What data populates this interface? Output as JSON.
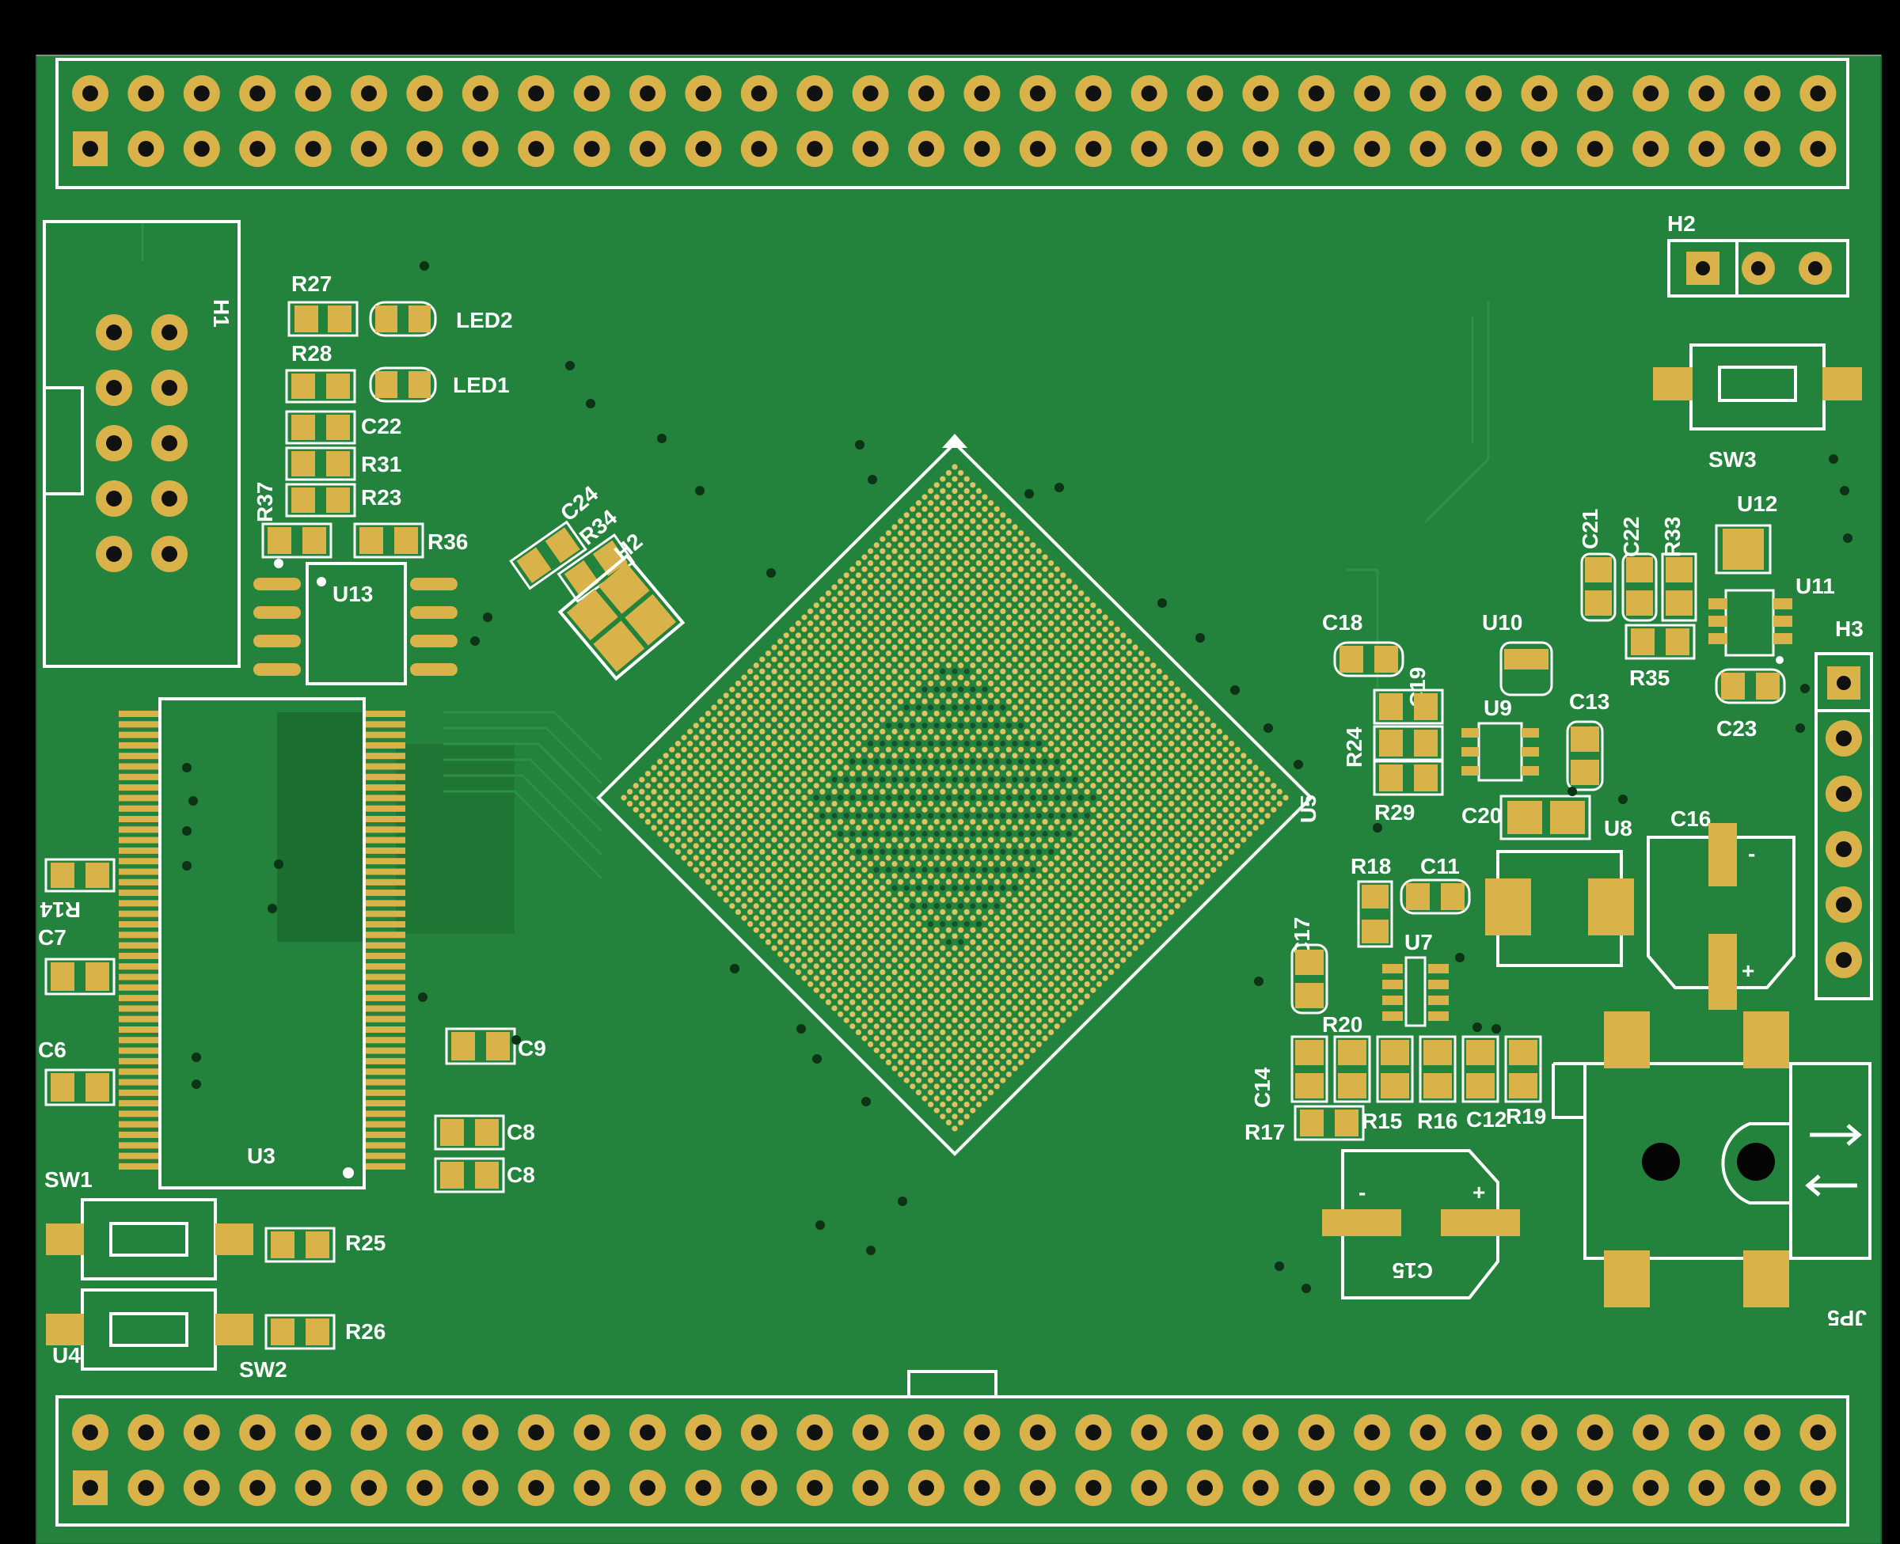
{
  "colors": {
    "background": "#000000",
    "board": "#23823c",
    "copper_pour": "#1f7634",
    "silkscreen": "#ffffff",
    "pad": "#d9b24a"
  },
  "designators": {
    "H1": "H1",
    "H2": "H2",
    "H3": "H3",
    "R27": "R27",
    "R28": "R28",
    "LED2": "LED2",
    "LED1": "LED1",
    "C22_left": "C22",
    "R31": "R31",
    "R23": "R23",
    "R37": "R37",
    "R36": "R36",
    "U13": "U13",
    "C24": "C24",
    "R34": "R34",
    "H2_small": "H2",
    "U3": "U3",
    "R14": "R14",
    "C7": "C7",
    "C6": "C6",
    "C9": "C9",
    "C8_top": "C8",
    "C8_bot": "C8",
    "SW1": "SW1",
    "SW2": "SW2",
    "SW3": "SW3",
    "R25": "R25",
    "R26": "R26",
    "U4": "U4",
    "U5": "U5",
    "C18": "C18",
    "C19": "C19",
    "U10": "U10",
    "R24": "R24",
    "U9": "U9",
    "C13": "C13",
    "R29": "R29",
    "C20": "C20",
    "U8": "U8",
    "C16": "C16",
    "C21": "C21",
    "C22_right": "C22",
    "R33": "R33",
    "U12": "U12",
    "U11": "U11",
    "R35": "R35",
    "C23": "C23",
    "R18": "R18",
    "C11": "C11",
    "C17": "C17",
    "U7": "U7",
    "R20": "R20",
    "C14": "C14",
    "R17": "R17",
    "R15": "R15",
    "R16": "R16",
    "C12": "C12",
    "R19": "R19",
    "C15": "C15",
    "JP5": "JP5",
    "plus_c16": "+",
    "minus_c16": "-",
    "plus_c15": "+",
    "minus_c15": "-"
  },
  "headers": {
    "top_pins_per_row": 32,
    "bottom_pins_per_row": 32
  }
}
